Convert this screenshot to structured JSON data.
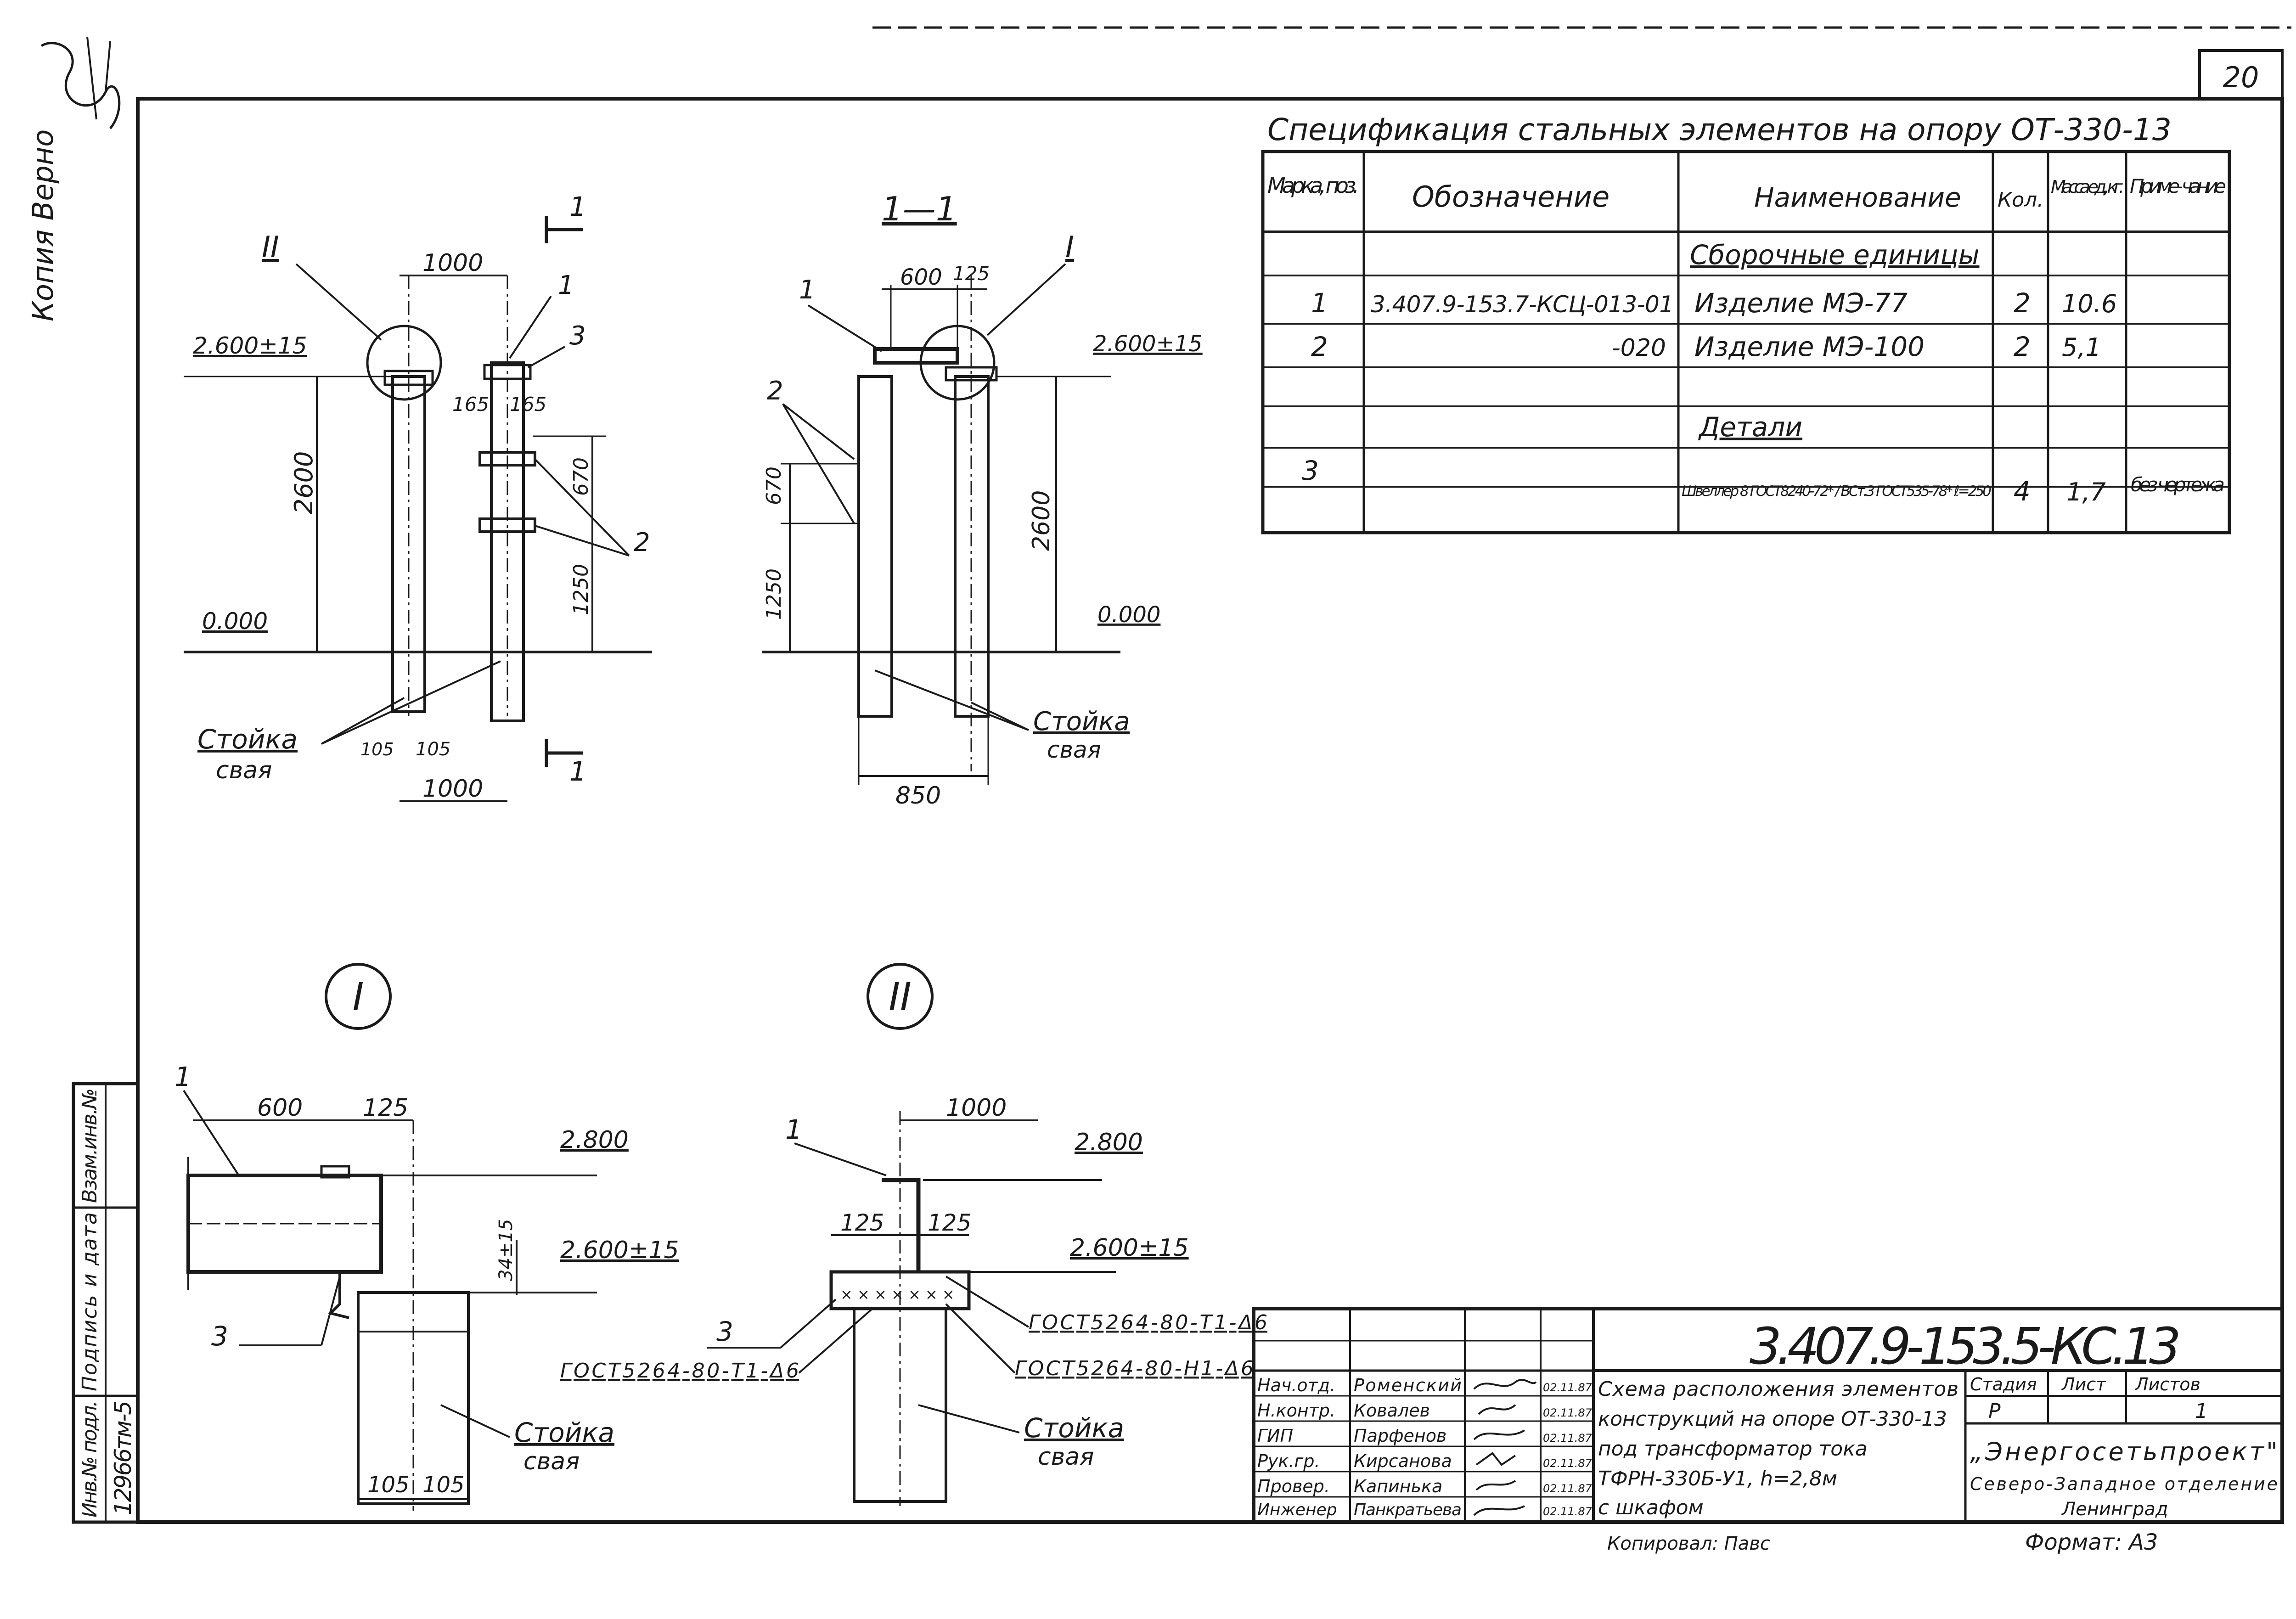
{
  "sheet": {
    "page_number": "20",
    "copy_stamp": "Копия Верно",
    "format": "Формат: А3",
    "copied_by": "Копировал: Павс"
  },
  "spec_table": {
    "title": "Спецификация стальных элементов на опору ОТ-330-13",
    "headers": {
      "mark": "Марка, поз.",
      "designation": "Обозначение",
      "name": "Наименование",
      "qty": "Кол.",
      "mass": "Масса ед., кг.",
      "note": "Приме- чание"
    },
    "section_assemblies": "Сборочные единицы",
    "section_details": "Детали",
    "rows": [
      {
        "mark": "1",
        "designation": "3.407.9-153.7-КСЦ-013-01",
        "name": "Изделие МЭ-77",
        "qty": "2",
        "mass": "10.6",
        "note": ""
      },
      {
        "mark": "2",
        "designation": "-020",
        "name": "Изделие МЭ-100",
        "qty": "2",
        "mass": "5,1",
        "note": ""
      },
      {
        "mark": "3",
        "designation": "",
        "name": "Швеллер 8 ГОСТ8240-72* / ВСт.3 ГОСТ535-78* ℓ=250",
        "qty": "4",
        "mass": "1,7",
        "note": "без чертежа"
      }
    ]
  },
  "front_view": {
    "callout": "II",
    "section_mark": "1",
    "dim_top": "1000",
    "dim_bottom": "1000",
    "level_top": "2.600±15",
    "level_zero": "0.000",
    "dim_height": "2600",
    "dim_670": "670",
    "dim_1250": "1250",
    "dim_165a": "165",
    "dim_165b": "165",
    "dim_105a": "105",
    "dim_105b": "105",
    "pos_1": "1",
    "pos_2": "2",
    "pos_3": "3",
    "label_stoika": "Стойка",
    "label_svaya": "свая"
  },
  "section_view": {
    "title": "1—1",
    "callout": "I",
    "dim_600": "600",
    "dim_125": "125",
    "dim_850": "850",
    "level_top": "2.600±15",
    "level_zero": "0.000",
    "dim_height": "2600",
    "dim_670": "670",
    "dim_1250": "1250",
    "pos_1": "1",
    "pos_2": "2",
    "label_stoika": "Стойка",
    "label_svaya": "свая"
  },
  "detail_I": {
    "title": "I",
    "dim_600": "600",
    "dim_125": "125",
    "level_top": "2.800",
    "level_mid": "2.600±15",
    "dim_34": "34±15",
    "dim_105a": "105",
    "dim_105b": "105",
    "pos_1": "1",
    "pos_3": "3",
    "label_stoika": "Стойка",
    "label_svaya": "свая"
  },
  "detail_II": {
    "title": "II",
    "dim_1000": "1000",
    "dim_125a": "125",
    "dim_125b": "125",
    "level_top": "2.800",
    "level_mid": "2.600±15",
    "pos_1": "1",
    "pos_3": "3",
    "weld_1": "ГОСТ5264-80-Т1-Δ6",
    "weld_2": "ГОСТ5264-80-Т1-Δ6",
    "weld_3": "ГОСТ5264-80-Н1-Δ6",
    "label_stoika": "Стойка",
    "label_svaya": "свая"
  },
  "side_stamp": {
    "inv_podl": "Инв.№ подл.",
    "podpis_data": "Подпись и дата",
    "vzam_inv": "Взам.инв.№",
    "inv_number": "12966тм-5"
  },
  "title_block": {
    "code": "3.407.9-153.5-КС.13",
    "roles": [
      {
        "role": "Нач.отд.",
        "name": "Роменский",
        "date": "02.11.87"
      },
      {
        "role": "Н.контр.",
        "name": "Ковалев",
        "date": "02.11.87"
      },
      {
        "role": "ГИП",
        "name": "Парфенов",
        "date": "02.11.87"
      },
      {
        "role": "Рук.гр.",
        "name": "Кирсанова",
        "date": "02.11.87"
      },
      {
        "role": "Провер.",
        "name": "Капинька",
        "date": "02.11.87"
      },
      {
        "role": "Инженер",
        "name": "Панкратьева",
        "date": "02.11.87"
      }
    ],
    "description": [
      "Схема расположения элементов",
      "конструкций на опоре ОТ-330-13",
      "под трансформатор тока",
      "ТФРН-330Б-У1, h=2,8м",
      "с шкафом"
    ],
    "stage_label": "Стадия",
    "sheet_label": "Лист",
    "sheets_label": "Листов",
    "stage": "Р",
    "sheets": "1",
    "org_name": "„Энергосетьпроект\"",
    "org_dept": "Северо-Западное отделение",
    "org_city": "Ленинград"
  }
}
